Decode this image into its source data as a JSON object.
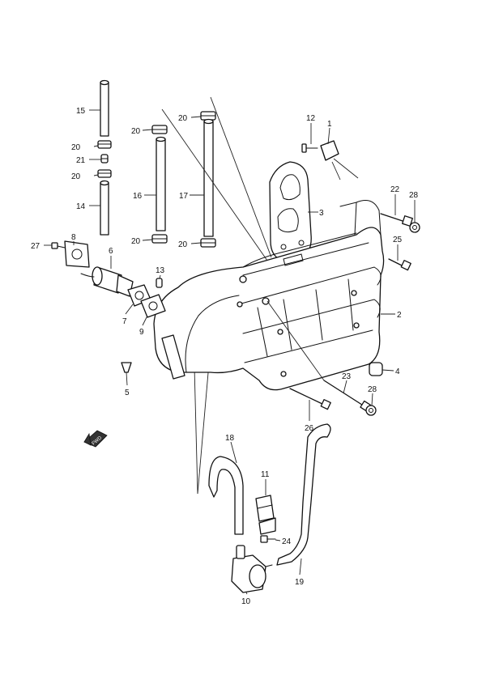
{
  "diagram": {
    "callouts": [
      {
        "id": "c15",
        "text": "15"
      },
      {
        "id": "c20a",
        "text": "20"
      },
      {
        "id": "c21",
        "text": "21"
      },
      {
        "id": "c20b",
        "text": "20"
      },
      {
        "id": "c14",
        "text": "14"
      },
      {
        "id": "c20c",
        "text": "20"
      },
      {
        "id": "c16",
        "text": "16"
      },
      {
        "id": "c20d",
        "text": "20"
      },
      {
        "id": "c20e",
        "text": "20"
      },
      {
        "id": "c17",
        "text": "17"
      },
      {
        "id": "c20f",
        "text": "20"
      },
      {
        "id": "c12",
        "text": "12"
      },
      {
        "id": "c1",
        "text": "1"
      },
      {
        "id": "c3",
        "text": "3"
      },
      {
        "id": "c22",
        "text": "22"
      },
      {
        "id": "c28a",
        "text": "28"
      },
      {
        "id": "c25",
        "text": "25"
      },
      {
        "id": "c27",
        "text": "27"
      },
      {
        "id": "c8",
        "text": "8"
      },
      {
        "id": "c6",
        "text": "6"
      },
      {
        "id": "c13",
        "text": "13"
      },
      {
        "id": "c7",
        "text": "7"
      },
      {
        "id": "c9",
        "text": "9"
      },
      {
        "id": "c2",
        "text": "2"
      },
      {
        "id": "c4",
        "text": "4"
      },
      {
        "id": "c5",
        "text": "5"
      },
      {
        "id": "c23",
        "text": "23"
      },
      {
        "id": "c28b",
        "text": "28"
      },
      {
        "id": "c26",
        "text": "26"
      },
      {
        "id": "c18",
        "text": "18"
      },
      {
        "id": "c11",
        "text": "11"
      },
      {
        "id": "c24",
        "text": "24"
      },
      {
        "id": "c19",
        "text": "19"
      },
      {
        "id": "c10",
        "text": "10"
      }
    ],
    "fwd_label": "FWD"
  }
}
